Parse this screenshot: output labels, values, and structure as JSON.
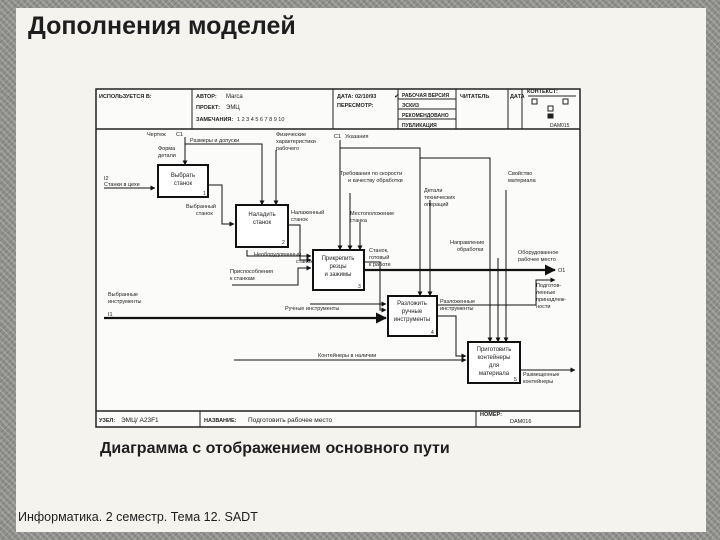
{
  "slide": {
    "title": "Дополнения моделей",
    "caption": "Диаграмма с отображением основного пути",
    "footer": "Информатика. 2 семестр. Тема 12. SADT"
  },
  "header": {
    "used_at": "ИСПОЛЬЗУЕТСЯ В:",
    "author_label": "АВТОР:",
    "author": "Marca",
    "project_label": "ПРОЕКТ:",
    "project": "ЭМЦ",
    "notes_label": "ЗАМЕЧАНИЯ:",
    "notes": "1  2  3  4  5  6  7  8  9  10",
    "date_label": "ДАТА: 02/10/93",
    "review_label": "ПЕРЕСМОТР:",
    "status": [
      "РАБОЧАЯ ВЕРСИЯ",
      "ЭСКИЗ",
      "РЕКОМЕНДОВАНО",
      "ПУБЛИКАЦИЯ"
    ],
    "reader_label": "ЧИТАТЕЛЬ",
    "date2_label": "ДАТА",
    "context_label": "КОНТЕКСТ:",
    "context_code": "DAM015"
  },
  "footer_block": {
    "node_label": "УЗЕЛ:",
    "node": "ЭМЦ/ A23F1",
    "name_label": "НАЗВАНИЕ:",
    "name": "Подготовить рабочее место",
    "number_label": "НОМЕР:",
    "number": "DAM016"
  },
  "boxes": [
    {
      "lines": [
        "Выбрать",
        "станок"
      ],
      "num": "1"
    },
    {
      "lines": [
        "Наладить",
        "станок"
      ],
      "num": "2"
    },
    {
      "lines": [
        "Прикрепить",
        "резцы",
        "и зажимы"
      ],
      "num": "3"
    },
    {
      "lines": [
        "Разложить",
        "ручные",
        "инструменты"
      ],
      "num": "4"
    },
    {
      "lines": [
        "Приготовить",
        "контейнеры",
        "для",
        "материала"
      ],
      "num": "5"
    }
  ],
  "labels": {
    "chertezh": "Чертеж",
    "c1a": "С1",
    "forma": [
      "Форма",
      "детали"
    ],
    "razmery": "Размеры и допуски",
    "phys": [
      "Физические",
      "характеристики",
      "рабочего"
    ],
    "c1b": "С1",
    "ukaz": "Указания",
    "i2": "I2",
    "stanki": "Станки в цехе",
    "vybr_stanok": [
      "Выбранный",
      "станок"
    ],
    "nalazh": [
      "Налаженный",
      "станок"
    ],
    "neobor": [
      "Необорудованный",
      "станок"
    ],
    "treb": [
      "Требования по скорости",
      "и качеству обработки"
    ],
    "detali": [
      "Детали",
      "технических",
      "операций"
    ],
    "mesto": [
      "Местоположение",
      "станка"
    ],
    "stanok_got": [
      "Станок,",
      "готовый",
      "к работе"
    ],
    "napr": [
      "Направление",
      "обработки"
    ],
    "svoistvo": [
      "Свойство",
      "материала"
    ],
    "oborud": [
      "Оборудованное",
      "рабочее место"
    ],
    "o1": "О1",
    "prispos": [
      "Приспособления",
      "к станкам"
    ],
    "vybr_instr": [
      "Выбранные",
      "инструменты"
    ],
    "i1": "I1",
    "ruchnye": "Ручные инструменты",
    "razlozh": [
      "Разложенные",
      "инструменты"
    ],
    "podgot": [
      "Подготов-",
      "ленные",
      "принадлеж-",
      "ности"
    ],
    "konteinery": "Контейнеры в наличии",
    "razmesh": [
      "Размещенные",
      "контейнеры"
    ]
  }
}
